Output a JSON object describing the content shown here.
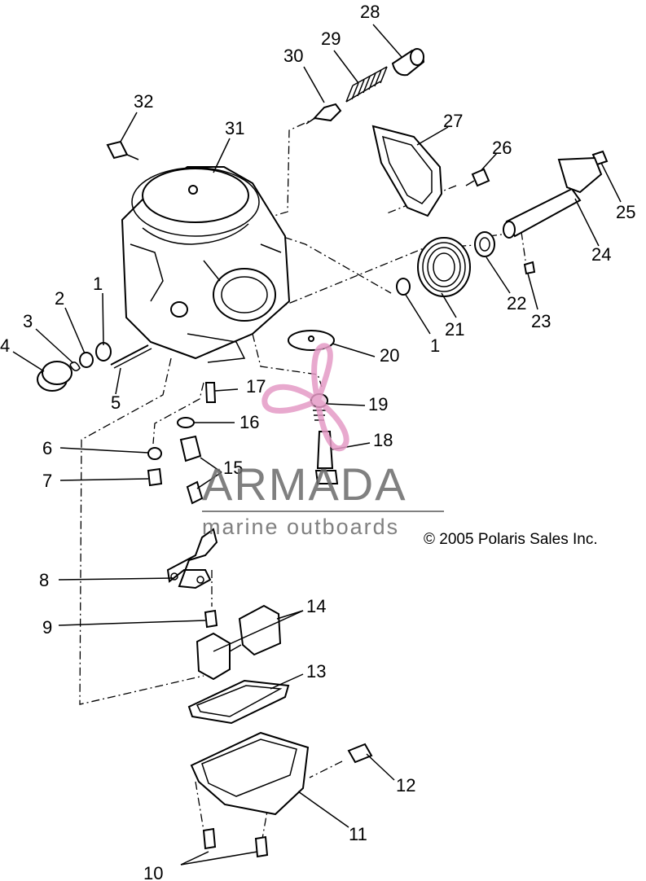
{
  "labels": [
    {
      "id": "l28",
      "text": "28"
    },
    {
      "id": "l29",
      "text": "29"
    },
    {
      "id": "l30",
      "text": "30"
    },
    {
      "id": "l32",
      "text": "32"
    },
    {
      "id": "l31",
      "text": "31"
    },
    {
      "id": "l27",
      "text": "27"
    },
    {
      "id": "l26",
      "text": "26"
    },
    {
      "id": "l25",
      "text": "25"
    },
    {
      "id": "l24",
      "text": "24"
    },
    {
      "id": "l1a",
      "text": "1"
    },
    {
      "id": "l2",
      "text": "2"
    },
    {
      "id": "l3",
      "text": "3"
    },
    {
      "id": "l4",
      "text": "4"
    },
    {
      "id": "l5",
      "text": "5"
    },
    {
      "id": "l22",
      "text": "22"
    },
    {
      "id": "l23",
      "text": "23"
    },
    {
      "id": "l21",
      "text": "21"
    },
    {
      "id": "l1b",
      "text": "1"
    },
    {
      "id": "l20",
      "text": "20"
    },
    {
      "id": "l17",
      "text": "17"
    },
    {
      "id": "l19",
      "text": "19"
    },
    {
      "id": "l16",
      "text": "16"
    },
    {
      "id": "l18",
      "text": "18"
    },
    {
      "id": "l6",
      "text": "6"
    },
    {
      "id": "l7",
      "text": "7"
    },
    {
      "id": "l15",
      "text": "15"
    },
    {
      "id": "l8",
      "text": "8"
    },
    {
      "id": "l14",
      "text": "14"
    },
    {
      "id": "l9",
      "text": "9"
    },
    {
      "id": "l13",
      "text": "13"
    },
    {
      "id": "l12",
      "text": "12"
    },
    {
      "id": "l11",
      "text": "11"
    },
    {
      "id": "l10",
      "text": "10"
    }
  ],
  "copyright": "© 2005 Polaris Sales Inc.",
  "watermark": {
    "brand": "ARMADA",
    "tagline": "marine outboards",
    "accent_color": "#e59bc6"
  }
}
